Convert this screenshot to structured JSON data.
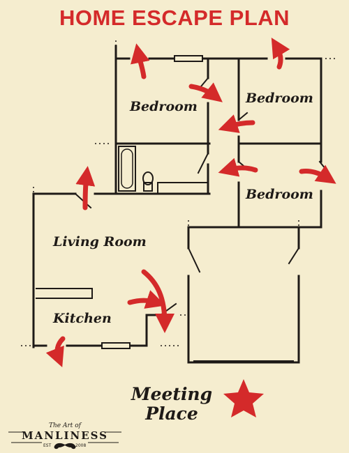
{
  "title": "HOME ESCAPE PLAN",
  "rooms": {
    "bedroom_left": "Bedroom",
    "bedroom_top_right": "Bedroom",
    "bedroom_bottom_right": "Bedroom",
    "living_room": "Living Room",
    "kitchen": "Kitchen"
  },
  "meeting_place": {
    "line1": "Meeting",
    "line2": "Place"
  },
  "logo": {
    "small": "The Art of",
    "main": "MANLINESS",
    "est": "EST",
    "year": "2008"
  },
  "colors": {
    "background": "#f5edcf",
    "walls": "#1e1a17",
    "accent": "#d42a2a"
  },
  "icons": [
    "escape-arrow-icon",
    "meeting-star-icon",
    "mustache-icon"
  ]
}
